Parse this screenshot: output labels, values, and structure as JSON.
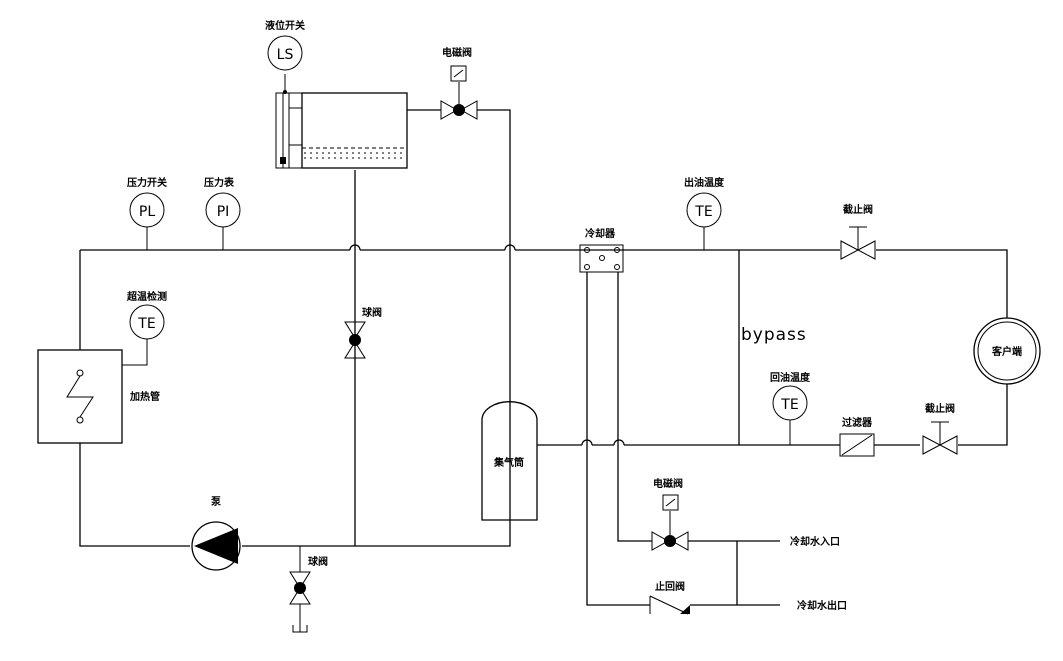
{
  "labels": {
    "level_switch": "液位开关",
    "solenoid_valve_top": "电磁阀",
    "pressure_switch": "压力开关",
    "pressure_gauge": "压力表",
    "outlet_temp": "出油温度",
    "cooler": "冷却器",
    "stop_valve_top": "截止阀",
    "overtemp_detect": "超温检测",
    "heater": "加热管",
    "ball_valve_mid": "球阀",
    "bypass": "bypass",
    "client": "客户端",
    "return_temp": "回油温度",
    "filter": "过滤器",
    "stop_valve_bottom": "截止阀",
    "gas_collector": "集气筒",
    "pump": "泵",
    "solenoid_valve_bottom": "电磁阀",
    "cooling_water_in": "冷却水入口",
    "ball_valve_drain": "球阀",
    "check_valve": "止回阀",
    "cooling_water_out": "冷却水出口"
  },
  "instruments": {
    "ls": "LS",
    "pl": "PL",
    "pi": "PI",
    "te_outlet": "TE",
    "te_overtemp": "TE",
    "te_return": "TE"
  }
}
